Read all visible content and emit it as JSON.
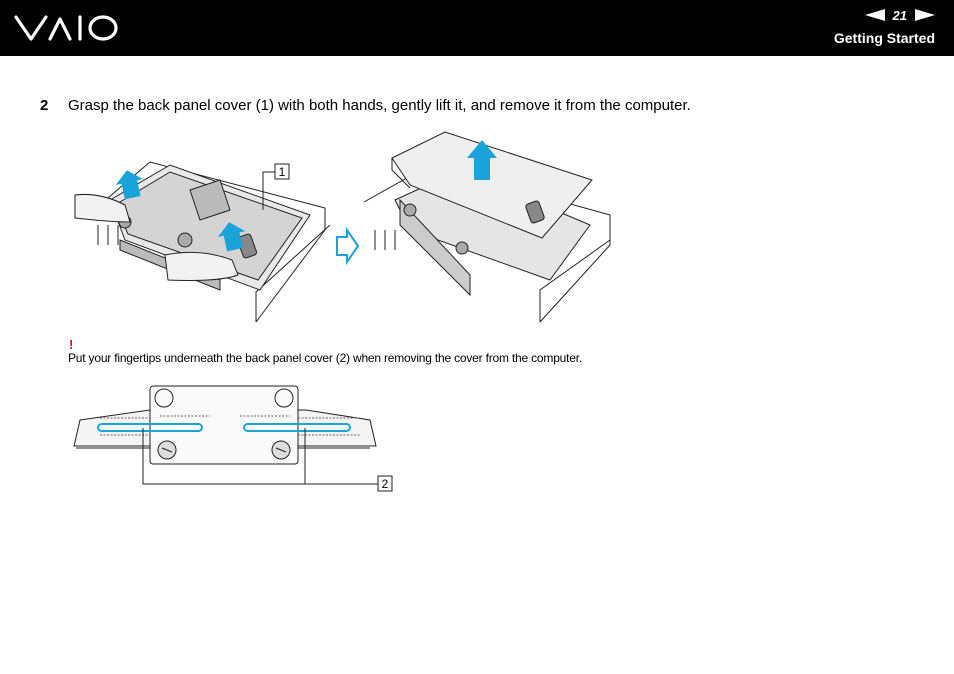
{
  "header": {
    "logo_text": "VAIO",
    "page_number": "21",
    "section_title": "Getting Started"
  },
  "step": {
    "number": "2",
    "text": "Grasp the back panel cover (1) with both hands, gently lift it, and remove it from the computer."
  },
  "figure1": {
    "callout": "1"
  },
  "note": {
    "mark": "!",
    "text": "Put your fingertips underneath the back panel cover (2) when removing the cover from the computer."
  },
  "figure2": {
    "callout": "2"
  },
  "colors": {
    "header_bg": "#000000",
    "note_mark": "#e0001b",
    "lift_arrow": "#1aa3d9",
    "highlight": "#1aa3d9"
  }
}
